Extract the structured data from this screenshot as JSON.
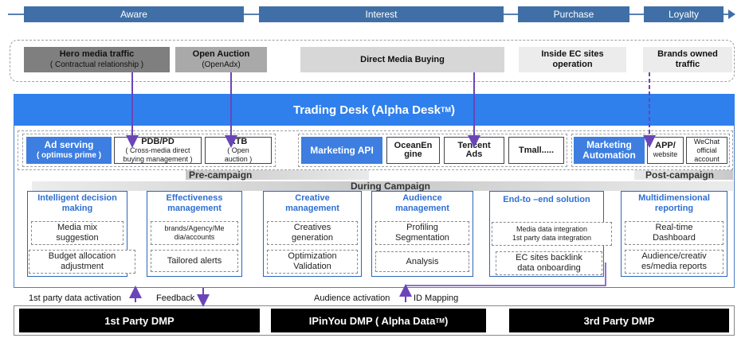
{
  "funnel": {
    "stages": [
      "Aware",
      "Interest",
      "Purchase",
      "Loyalty"
    ]
  },
  "sources": {
    "hero_title": "Hero media traffic",
    "hero_sub": "( Contractual relationship )",
    "open_title": "Open Auction",
    "open_sub": "(OpenAdx)",
    "direct": "Direct Media Buying",
    "ec_line1": "Inside EC sites",
    "ec_line2": "operation",
    "brand_line1": "Brands owned",
    "brand_line2": "traffic"
  },
  "desk": {
    "title": "Trading Desk (Alpha Desk",
    "tm": "TM",
    "close": ")"
  },
  "ad_serving": {
    "title": "Ad serving",
    "sub": "( optimus prime )",
    "pdb_title": "PDB/PD",
    "pdb_sub1": "( Cross-media direct",
    "pdb_sub2": "buying management )",
    "rtb_title": "RTB",
    "rtb_sub1": "( Open",
    "rtb_sub2": "auction )"
  },
  "marketing_api": {
    "title": "Marketing API",
    "ocean1": "OceanEn",
    "ocean2": "gine",
    "tencent1": "Tencent",
    "tencent2": "Ads",
    "tmall": "Tmall....."
  },
  "automation": {
    "title1": "Marketing",
    "title2": "Automation",
    "app1": "APP/",
    "app2": "website",
    "wechat1": "WeChat",
    "wechat2": "official",
    "wechat3": "account"
  },
  "campaign": {
    "pre": "Pre-campaign",
    "during": "During Campaign",
    "post": "Post-campaign"
  },
  "cards": {
    "decision": {
      "title1": "Intelligent decision",
      "title2": "making",
      "i1a": "Media mix",
      "i1b": "suggestion",
      "i2a": "Budget allocation",
      "i2b": "adjustment"
    },
    "effect": {
      "title1": "Effectiveness",
      "title2": "management",
      "i1a": "brands/Agency/Me",
      "i1b": "dia/accounts",
      "i2a": "Tailored alerts"
    },
    "creative": {
      "title1": "Creative",
      "title2": "management",
      "i1a": "Creatives",
      "i1b": "generation",
      "i2a": "Optimization",
      "i2b": "Validation"
    },
    "audience": {
      "title1": "Audience",
      "title2": "management",
      "i1a": "Profiling",
      "i1b": "Segmentation",
      "i2a": "Analysis"
    },
    "e2e": {
      "title1": "End-to –end solution",
      "i1a": "Media data integration",
      "i1b": "1st party data integration",
      "i2a": "EC sites backlink",
      "i2b": "data onboarding"
    },
    "report": {
      "title1": "Multidimensional",
      "title2": "reporting",
      "i1a": "Real-time",
      "i1b": "Dashboard",
      "i2a": "Audience/creativ",
      "i2b": "es/media reports"
    }
  },
  "activation": {
    "first_party": "1st party data activation",
    "feedback": "Feedback",
    "audience": "Audience activation",
    "id_mapping": "ID Mapping"
  },
  "dmp": {
    "first": "1st Party DMP",
    "ipinyou": "IPinYou DMP ( Alpha Data",
    "ipinyou_tm": "TM",
    "ipinyou_close": " )",
    "third": "3rd Party DMP"
  },
  "colors": {
    "funnel": "#3f6fa6",
    "desk_bar": "#2f80ed",
    "module_blue": "#3d7ee0",
    "card_title": "#2e6fd0",
    "arrow": "#6a45b8",
    "dmp": "#000000"
  }
}
